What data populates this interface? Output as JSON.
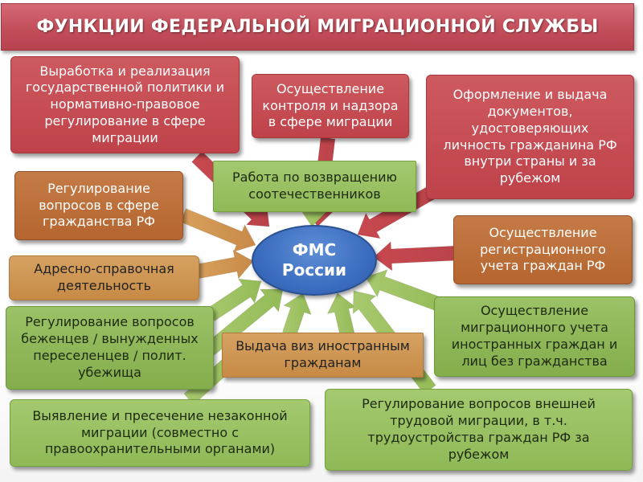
{
  "title": "ФУНКЦИИ ФЕДЕРАЛЬНОЙ МИГРАЦИОННОЙ СЛУЖБЫ",
  "center": {
    "lines": [
      "ФМС",
      "России"
    ]
  },
  "boxes": [
    {
      "id": "policy",
      "lines": [
        "Выработка и реализация",
        "государственной политики и",
        "нормативно-правовое",
        "регулирование в сфере",
        "миграции"
      ]
    },
    {
      "id": "control",
      "lines": [
        "Осуществление",
        "контроля и надзора",
        "в сфере миграции"
      ]
    },
    {
      "id": "documents",
      "lines": [
        "Оформление и выдача",
        "документов,",
        "удостоверяющих",
        "личность гражданина РФ",
        "внутри страны и за",
        "рубежом"
      ]
    },
    {
      "id": "return",
      "lines": [
        "Работа по возвращению",
        "соотечественников"
      ]
    },
    {
      "id": "citizenship",
      "lines": [
        "Регулирование",
        "вопросов в сфере",
        "гражданства РФ"
      ]
    },
    {
      "id": "registration",
      "lines": [
        "Осуществление",
        "регистрационного",
        "учета граждан РФ"
      ]
    },
    {
      "id": "address",
      "lines": [
        "Адресно-справочная",
        "деятельность"
      ]
    },
    {
      "id": "refugees",
      "lines": [
        "Регулирование вопросов",
        "беженцев / вынужденных",
        "переселенцев / полит.",
        "убежища"
      ]
    },
    {
      "id": "visas",
      "lines": [
        "Выдача виз иностранным",
        "гражданам"
      ]
    },
    {
      "id": "migration-account",
      "lines": [
        "Осуществление",
        "миграционного учета",
        "иностранных граждан и",
        "лиц без гражданства"
      ]
    },
    {
      "id": "illegal",
      "lines": [
        "Выявление и пресечение незаконной",
        "миграции (совместно с",
        "правоохранительными органами)"
      ]
    },
    {
      "id": "labor",
      "lines": [
        "Регулирование вопросов внешней",
        "трудовой миграции, в т.ч.",
        "трудоустройства граждан РФ за",
        "рубежом"
      ]
    }
  ],
  "colors": {
    "title_bg": "#c4505c",
    "red": "#c44a50",
    "brown": "#b8692f",
    "tan": "#cd9452",
    "green": "#9bc266",
    "center": "#3c6dbf"
  }
}
